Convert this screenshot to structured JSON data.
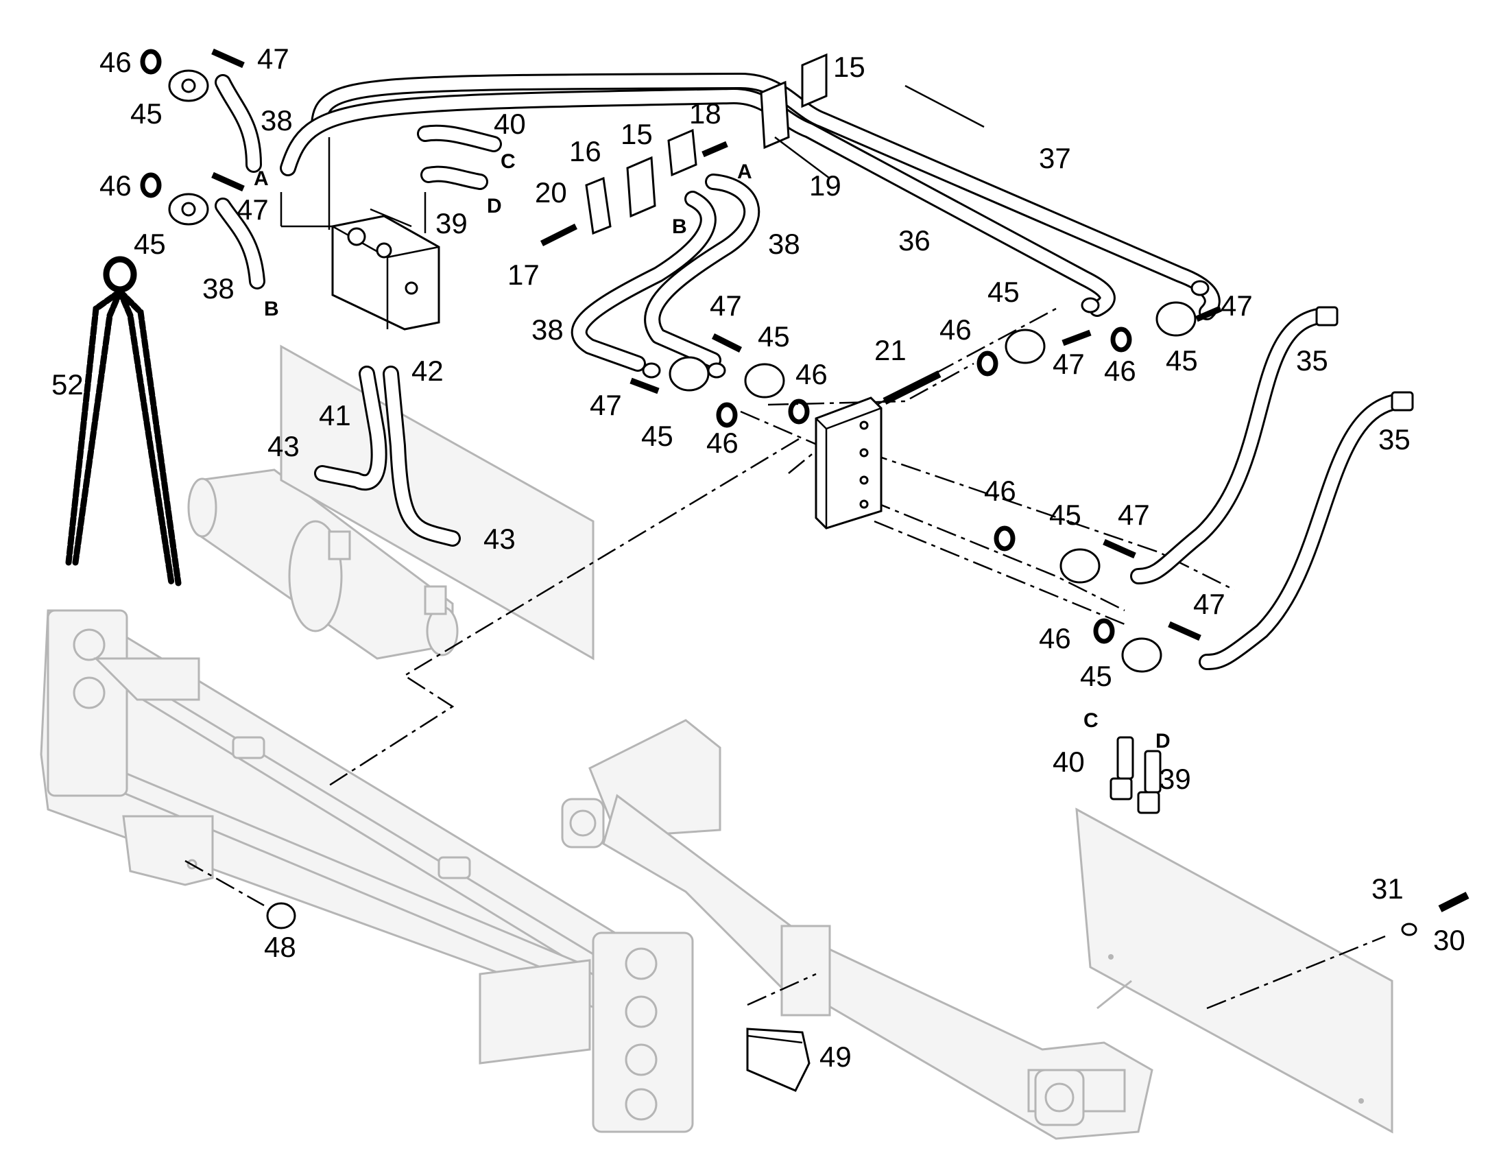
{
  "callouts": {
    "c15a": "15",
    "c15b": "15",
    "c16": "16",
    "c17": "17",
    "c18": "18",
    "c19": "19",
    "c20": "20",
    "c21": "21",
    "c30": "30",
    "c31": "31",
    "c35a": "35",
    "c35b": "35",
    "c36": "36",
    "c37": "37",
    "c38a": "38",
    "c38b": "38",
    "c38c": "38",
    "c38d": "38",
    "c39a": "39",
    "c39b": "39",
    "c40a": "40",
    "c40b": "40",
    "c41": "41",
    "c42": "42",
    "c43a": "43",
    "c43b": "43",
    "c45a": "45",
    "c45b": "45",
    "c45c": "45",
    "c45d": "45",
    "c45e": "45",
    "c45f": "45",
    "c45g": "45",
    "c45h": "45",
    "c46a": "46",
    "c46b": "46",
    "c46c": "46",
    "c46d": "46",
    "c46e": "46",
    "c46f": "46",
    "c46g": "46",
    "c46h": "46",
    "c47a": "47",
    "c47b": "47",
    "c47c": "47",
    "c47d": "47",
    "c47e": "47",
    "c47f": "47",
    "c47g": "47",
    "c47h": "47",
    "c48": "48",
    "c49": "49",
    "c52": "52"
  },
  "ports": {
    "a1": "A",
    "b1": "B",
    "c1": "C",
    "d1": "D",
    "a2": "A",
    "b2": "B",
    "c2": "C",
    "d2": "D"
  }
}
